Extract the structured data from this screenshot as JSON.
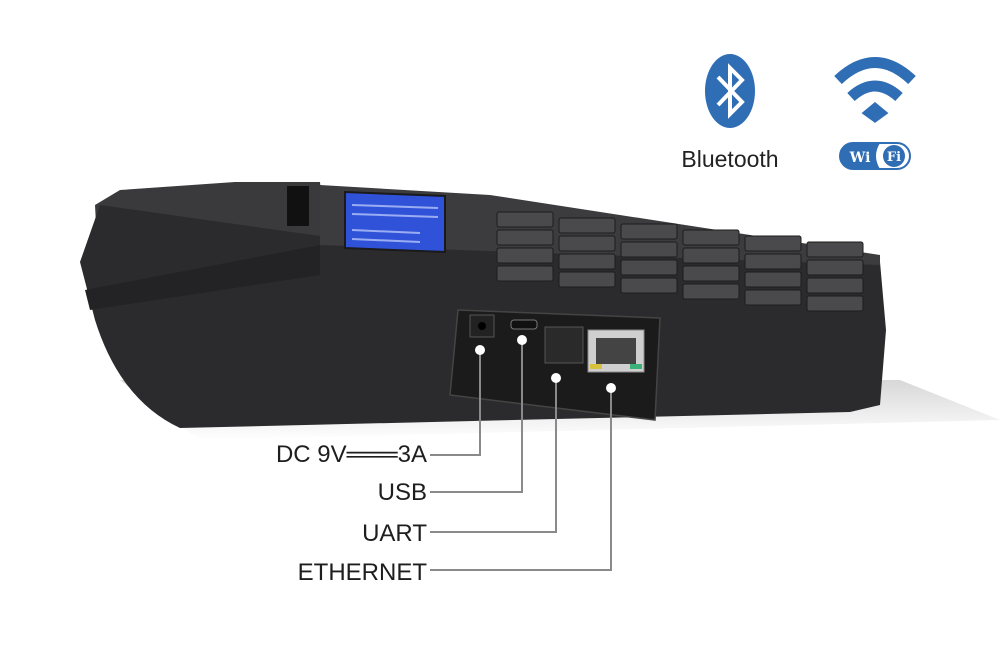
{
  "features": {
    "bluetooth": {
      "label": "Bluetooth",
      "icon": "bluetooth-icon"
    },
    "wifi": {
      "icon": "wifi-icon",
      "badge_left": "Wi",
      "badge_right": "Fi"
    }
  },
  "ports": [
    {
      "label": "DC 9V═══3A"
    },
    {
      "label": "USB"
    },
    {
      "label": "UART"
    },
    {
      "label": "ETHERNET"
    }
  ],
  "colors": {
    "accent": "#2f6db5",
    "device": "#2b2b2d",
    "screen": "#2f52d8"
  }
}
